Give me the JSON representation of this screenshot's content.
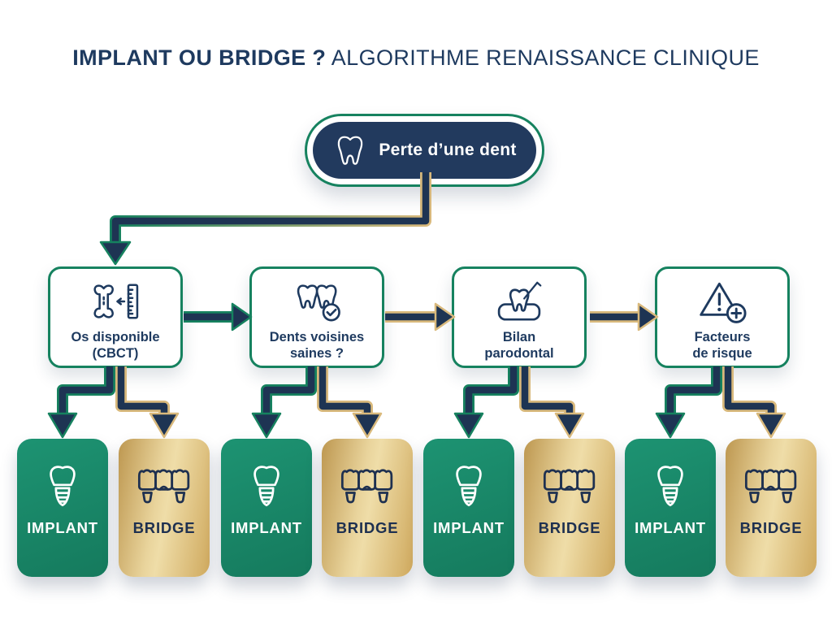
{
  "title": {
    "bold": "IMPLANT OU BRIDGE ?",
    "regular": "ALGORITHME RENAISSANCE CLINIQUE"
  },
  "root": {
    "label": "Perte d’une dent",
    "icon": "tooth-icon"
  },
  "decision_boxes": [
    {
      "label": "Os disponible\n(CBCT)",
      "icon": "bone-ruler-icon"
    },
    {
      "label": "Dents voisines\nsaines ?",
      "icon": "teeth-check-icon"
    },
    {
      "label": "Bilan\nparodontal",
      "icon": "tooth-probe-icon"
    },
    {
      "label": "Facteurs\nde risque",
      "icon": "risk-warning-icon"
    }
  ],
  "outcomes": [
    {
      "label": "IMPLANT",
      "type": "implant",
      "icon": "implant-icon"
    },
    {
      "label": "BRIDGE",
      "type": "bridge",
      "icon": "bridge-icon"
    },
    {
      "label": "IMPLANT",
      "type": "implant",
      "icon": "implant-icon"
    },
    {
      "label": "BRIDGE",
      "type": "bridge",
      "icon": "bridge-icon"
    },
    {
      "label": "IMPLANT",
      "type": "implant",
      "icon": "implant-icon"
    },
    {
      "label": "BRIDGE",
      "type": "bridge",
      "icon": "bridge-icon"
    },
    {
      "label": "IMPLANT",
      "type": "implant",
      "icon": "implant-icon"
    },
    {
      "label": "BRIDGE",
      "type": "bridge",
      "icon": "bridge-icon"
    }
  ],
  "colors": {
    "navy": "#1e3453",
    "green": "#16825f",
    "gold": "#d9b97c",
    "card_green": "#178062",
    "card_gold_light": "#ecd9a2",
    "card_gold_dark": "#bd9750",
    "text_navy": "#1e3a5f",
    "white": "#ffffff"
  }
}
